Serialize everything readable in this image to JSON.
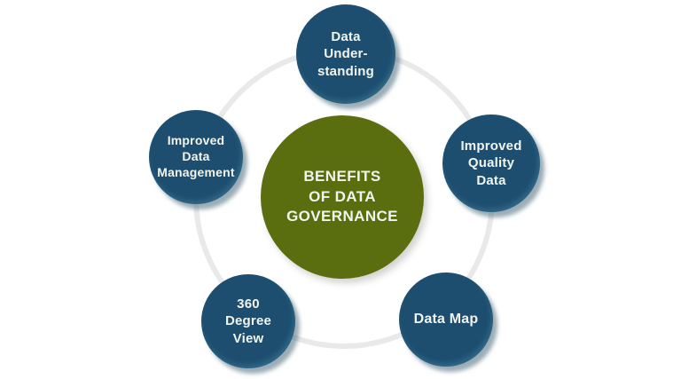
{
  "diagram_title": "BENEFITS OF DATA GOVERNANCE",
  "colors": {
    "background": "#ffffff",
    "ring": "#e9e9e9",
    "node_circle": "#1d4e6f",
    "center_circle": "#5a6d0f",
    "text": "#f2f4ee"
  },
  "center": {
    "lines": [
      "BENEFITS",
      "OF DATA",
      "GOVERNANCE"
    ]
  },
  "nodes": [
    {
      "id": "data-understanding",
      "lines": [
        "Data",
        "Under-",
        "standing"
      ]
    },
    {
      "id": "improved-quality-data",
      "lines": [
        "Improved",
        "Quality",
        "Data"
      ]
    },
    {
      "id": "data-map",
      "lines": [
        "Data Map"
      ]
    },
    {
      "id": "360-degree-view",
      "lines": [
        "360",
        "Degree",
        "View"
      ]
    },
    {
      "id": "improved-data-management",
      "lines": [
        "Improved",
        "Data",
        "Management"
      ]
    }
  ]
}
